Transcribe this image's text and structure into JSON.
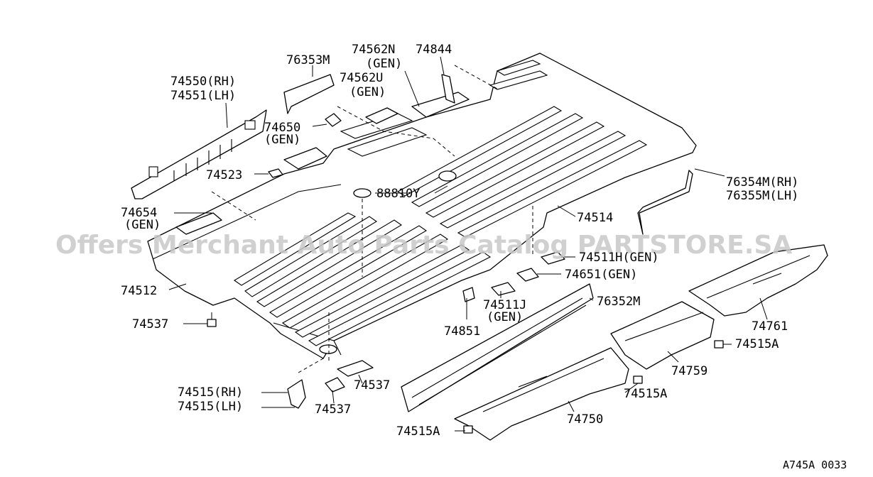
{
  "watermark": "Offers Merchant Auto Parts Catalog PARTSTORE.SA",
  "diagram_code": "A745A 0033",
  "labels": {
    "p76353M": "76353M",
    "p74562N": "74562N",
    "p74562N_gen": "(GEN)",
    "p74844": "74844",
    "p74562U": "74562U",
    "p74562U_gen": "(GEN)",
    "p74550": "74550(RH)",
    "p74551": "74551(LH)",
    "p74650": "74650",
    "p74650_gen": "(GEN)",
    "p74523": "74523",
    "p88810Y": "88810Y",
    "p76354M": "76354M(RH)",
    "p76355M": "76355M(LH)",
    "p74654": "74654",
    "p74654_gen": "(GEN)",
    "p74514": "74514",
    "p74511H": "74511H(GEN)",
    "p74651": "74651(GEN)",
    "p74512": "74512",
    "p76352M": "76352M",
    "p74511J": "74511J",
    "p74511J_gen": "(GEN)",
    "p74537a": "74537",
    "p74851": "74851",
    "p74761": "74761",
    "p74515A_1": "74515A",
    "p74759": "74759",
    "p74537b": "74537",
    "p74515rh": "74515(RH)",
    "p74515lh": "74515(LH)",
    "p74537c": "74537",
    "p74515A_2": "74515A",
    "p74750": "74750",
    "p74515A_3": "74515A"
  }
}
